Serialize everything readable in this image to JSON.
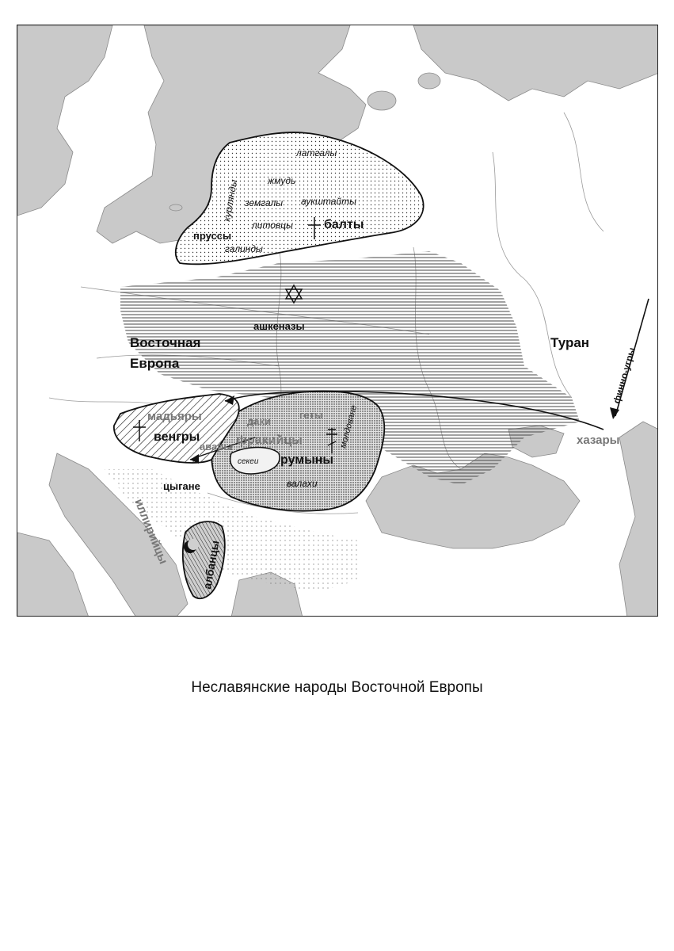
{
  "caption": "Неславянские народы Восточной Европы",
  "map": {
    "regions": {
      "east_europe_line1": "Восточная",
      "east_europe_line2": "Европа",
      "turan": "Туран",
      "khazars": "хазары",
      "finno_ugric": "финно-угры"
    },
    "balts": {
      "main": "балты",
      "tribes": [
        "латгалы",
        "жмудь",
        "курлянды",
        "земгалы",
        "аукштайты",
        "литовцы",
        "пруссы",
        "галинды"
      ]
    },
    "ashkenazi": {
      "label": "ашкеназы"
    },
    "hungarians": {
      "magyars": "мадьяры",
      "main": "венгры",
      "avars": "авары"
    },
    "romanians": {
      "main": "румыны",
      "thracians": "фракийцы",
      "dacians": "даки",
      "getae": "геты",
      "moldavians": "молдоване",
      "szekely": "секеи",
      "vlachs": "валахи"
    },
    "illyrians": "иллирийцы",
    "gypsies": "цыгане",
    "albanians": "албанцы"
  }
}
